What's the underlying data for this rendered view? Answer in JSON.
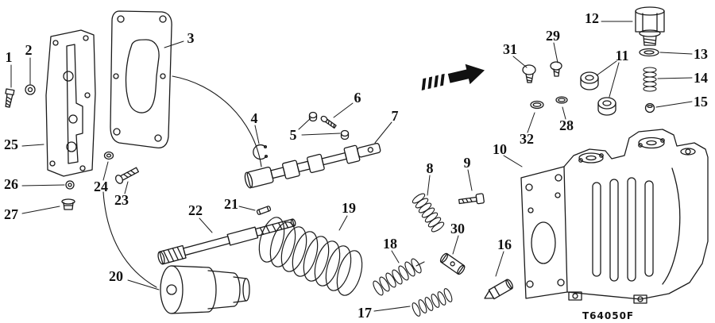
{
  "figure_code": "T64050F",
  "colors": {
    "line": "#1a1a1a",
    "background": "#ffffff"
  },
  "icons": {
    "direction_arrow": "thick-assembly-direction-arrow"
  },
  "callouts": [
    {
      "number": "1"
    },
    {
      "number": "2"
    },
    {
      "number": "3"
    },
    {
      "number": "4"
    },
    {
      "number": "5"
    },
    {
      "number": "6"
    },
    {
      "number": "7"
    },
    {
      "number": "8"
    },
    {
      "number": "9"
    },
    {
      "number": "10"
    },
    {
      "number": "11"
    },
    {
      "number": "12"
    },
    {
      "number": "13"
    },
    {
      "number": "14"
    },
    {
      "number": "15"
    },
    {
      "number": "16"
    },
    {
      "number": "17"
    },
    {
      "number": "18"
    },
    {
      "number": "19"
    },
    {
      "number": "20"
    },
    {
      "number": "21"
    },
    {
      "number": "22"
    },
    {
      "number": "23"
    },
    {
      "number": "24"
    },
    {
      "number": "25"
    },
    {
      "number": "26"
    },
    {
      "number": "27"
    },
    {
      "number": "28"
    },
    {
      "number": "29"
    },
    {
      "number": "30"
    },
    {
      "number": "31"
    },
    {
      "number": "32"
    }
  ]
}
